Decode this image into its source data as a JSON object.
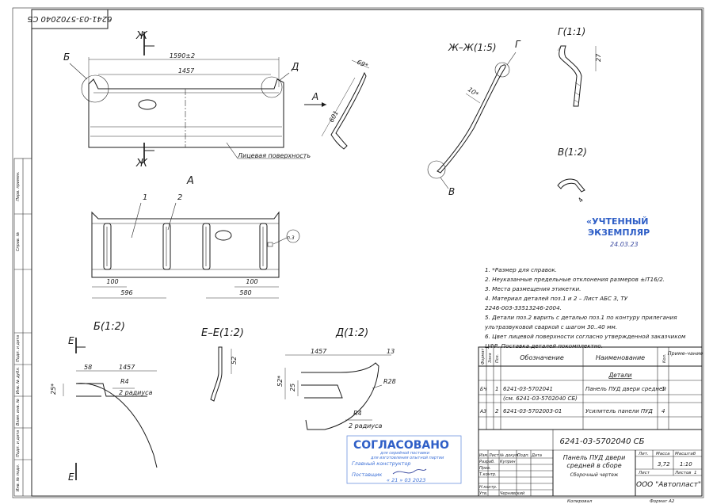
{
  "drawing_code_rotated": "6241-03-5702040 СБ",
  "views": {
    "zh_mark": "Ж",
    "b_mark": "Б",
    "d_mark": "Д",
    "dim_1590": "1590±2",
    "dim_1457_top": "1457",
    "face_label": "Лицевая поверхность",
    "a_arrow": "А",
    "dim_69": "69*",
    "dim_601": "601",
    "section_zh_title": "Ж–Ж(1:5)",
    "g_mark": "Г",
    "dim_10": "10*",
    "v_mark": "В",
    "detail_g_title": "Г(1:1)",
    "dim_27": "27",
    "detail_v_title": "В(1:2)",
    "dim_4": "4",
    "view_a_title": "А",
    "pos1": "1",
    "pos2": "2",
    "note_marker": "п.3",
    "dim_100_left": "100",
    "dim_596": "596",
    "dim_100_right": "100",
    "dim_580": "580",
    "detail_b_title": "Б(1:2)",
    "e_mark": "Е",
    "dim_58": "58",
    "dim_1457_b": "1457",
    "dim_r4_b": "R4",
    "radii_b": "2 радиуса",
    "dim_25_b": "25*",
    "section_e_title": "Е–Е(1:2)",
    "dim_52_e": "52",
    "detail_d_title": "Д(1:2)",
    "dim_1457_d": "1457",
    "dim_13": "13",
    "dim_52_d": "52*",
    "dim_25_d": "25",
    "dim_r28": "R28",
    "dim_r4_d": "R4",
    "radii_d": "2 радиуса"
  },
  "stamp_registered": {
    "line1": "«УЧТЕННЫЙ",
    "line2": "ЭКЗЕМПЛЯР",
    "date": "24.03.23"
  },
  "notes": [
    "1. *Размер для справок.",
    "2. Неуказанные предельные отклонения размеров ±IT16/2.",
    "3. Места размещения этикетки.",
    "4. Материал деталей поз.1 и 2 – Лист АБС 3, ТУ",
    "2246-003-33513246-2004.",
    "5. Детали поз.2 варить с деталью поз.1 по контуру прилегания",
    "ультразвуковой сваркой с шагом 30..40 мм.",
    "6. Цвет лицевой поверхности согласно утвержденной заказчиком",
    "ЦФР. Поставка деталей покомплектно."
  ],
  "spec_table": {
    "headers": [
      "Формат",
      "Зона",
      "Поз.",
      "Обозначение",
      "Наименование",
      "Кол.",
      "Приме-чание"
    ],
    "section": "Детали",
    "rows": [
      {
        "format": "БЧ",
        "pos": "1",
        "designation": "6241-03-5702041",
        "name": "Панель ПУД двери средней",
        "qty": "1"
      },
      {
        "format": "",
        "pos": "",
        "designation": "(см. 6241-03-5702040 СБ)",
        "name": "",
        "qty": ""
      },
      {
        "format": "А3",
        "pos": "2",
        "designation": "6241-03-5702003-01",
        "name": "Усилитель панели ПУД",
        "qty": "4"
      }
    ]
  },
  "title_block": {
    "code": "6241-03-5702040 СБ",
    "name_line1": "Панель ПУД двери",
    "name_line2": "средней в сборе",
    "doc_type": "Сборочный чертеж",
    "lit_label": "Лит.",
    "mass_label": "Масса",
    "scale_label": "Масштаб",
    "mass": "3,72",
    "scale": "1:10",
    "sheet_label": "Лист",
    "sheets_label": "Листов",
    "sheets_count": "1",
    "company": "ООО \"Автопласт\"",
    "roles": [
      "Изм.",
      "Лист",
      "№ докум.",
      "Подп.",
      "Дата"
    ],
    "people": [
      {
        "role": "Разраб.",
        "name": "Куприн"
      },
      {
        "role": "Пров.",
        "name": ""
      },
      {
        "role": "Т.контр.",
        "name": ""
      },
      {
        "role": "Н.контр.",
        "name": ""
      },
      {
        "role": "Утв.",
        "name": "Чернявский"
      }
    ],
    "copied": "Копировал",
    "format": "Формат  А2"
  },
  "side_strip": [
    "Перв. примен.",
    "Справ. №",
    "Подп. и дата",
    "Инв. № дубл.",
    "Взам. инв. №",
    "Подп. и дата",
    "Инв. № подл."
  ],
  "stamp_agreed": {
    "title": "СОГЛАСОВАНО",
    "sub1": "для серийной поставки",
    "sub2": "для изготовления опытной партии",
    "line1": "Главный конструктор",
    "line2": "Поставщик",
    "date": "« 21 »    03    2023"
  },
  "colors": {
    "ink": "#1a1a1a",
    "stamp_blue": "#2f5fc7"
  }
}
